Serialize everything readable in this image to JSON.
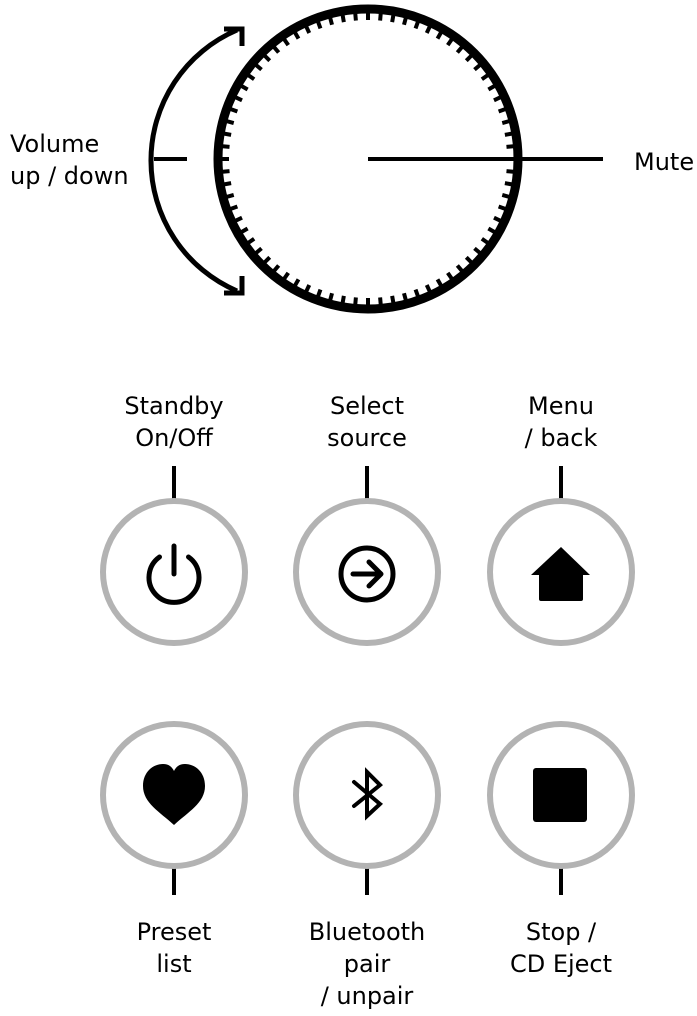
{
  "colors": {
    "ink": "#000000",
    "ring": "#b3b3b3",
    "background": "#ffffff"
  },
  "knob": {
    "icon": "volume-knob",
    "volume_label": [
      "Volume",
      "up / down"
    ],
    "mute_label": [
      "Mute"
    ]
  },
  "buttons": [
    {
      "id": "standby",
      "icon": "power-icon",
      "label": [
        "Standby",
        "On/Off"
      ]
    },
    {
      "id": "select-source",
      "icon": "arrow-right-circle-icon",
      "label": [
        "Select",
        "source"
      ]
    },
    {
      "id": "menu-back",
      "icon": "home-icon",
      "label": [
        "Menu",
        "/ back"
      ]
    },
    {
      "id": "preset-list",
      "icon": "heart-icon",
      "label": [
        "Preset",
        "list"
      ]
    },
    {
      "id": "bluetooth",
      "icon": "bluetooth-icon",
      "label": [
        "Bluetooth",
        "pair",
        "/ unpair"
      ]
    },
    {
      "id": "stop-eject",
      "icon": "stop-icon",
      "label": [
        "Stop /",
        "CD Eject"
      ]
    }
  ]
}
